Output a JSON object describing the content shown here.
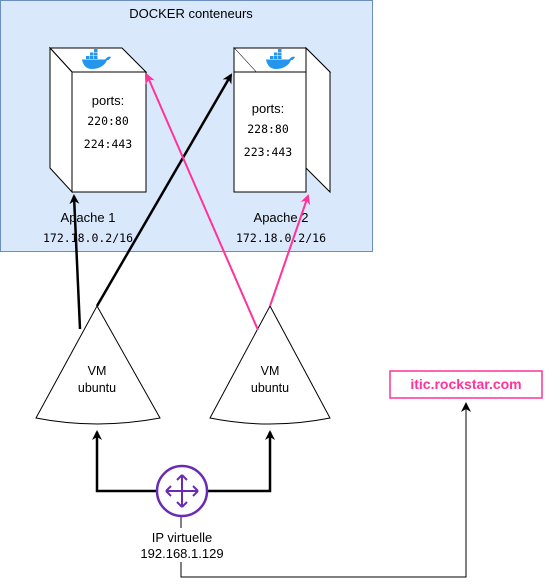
{
  "group": {
    "title": "DOCKER conteneurs"
  },
  "containers": [
    {
      "ports_label": "ports:",
      "port1": "220:80",
      "port2": "224:443",
      "name": "Apache 1",
      "ip": "172.18.0.2/16"
    },
    {
      "ports_label": "ports:",
      "port1": "228:80",
      "port2": "223:443",
      "name": "Apache 2",
      "ip": "172.18.0.2/16"
    }
  ],
  "vms": [
    {
      "line1": "VM",
      "line2": "ubuntu"
    },
    {
      "line1": "VM",
      "line2": "ubuntu"
    }
  ],
  "router": {
    "line1": "IP virtuelle",
    "line2": "192.168.1.129"
  },
  "site": {
    "label": "itic.rockstar.com"
  },
  "colors": {
    "group_fill": "#dae8fc",
    "group_stroke": "#6c8ebf",
    "pink": "#ff3399",
    "router": "#6a2bb4",
    "docker": "#2496ed"
  },
  "icons": {
    "container_logo": "docker-whale-icon",
    "router": "router-arrows-icon"
  }
}
